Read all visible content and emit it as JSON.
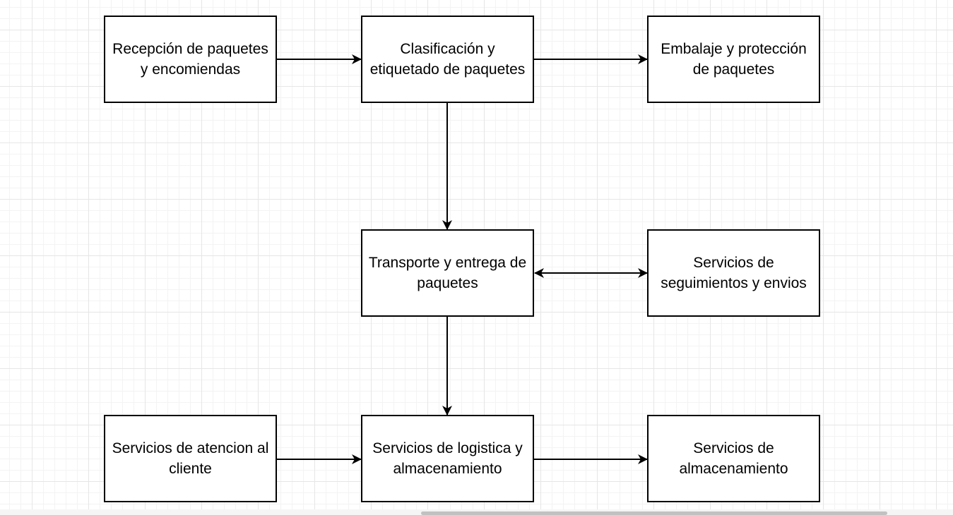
{
  "nodes": {
    "recepcion": "Recepción de paquetes y encomiendas",
    "clasificacion": "Clasificación y etiquetado de paquetes",
    "embalaje": "Embalaje y protección de paquetes",
    "transporte": "Transporte y entrega de paquetes",
    "seguimiento": "Servicios de seguimientos y envios",
    "atencion": "Servicios de atencion al cliente",
    "logistica": "Servicios de logistica y almacenamiento",
    "almacenamiento": "Servicios de almacenamiento"
  },
  "edges": [
    {
      "from": "recepcion",
      "to": "clasificacion",
      "direction": "forward"
    },
    {
      "from": "clasificacion",
      "to": "embalaje",
      "direction": "forward"
    },
    {
      "from": "clasificacion",
      "to": "transporte",
      "direction": "forward"
    },
    {
      "from": "transporte",
      "to": "seguimiento",
      "direction": "both"
    },
    {
      "from": "transporte",
      "to": "logistica",
      "direction": "forward"
    },
    {
      "from": "atencion",
      "to": "logistica",
      "direction": "forward"
    },
    {
      "from": "logistica",
      "to": "almacenamiento",
      "direction": "forward"
    }
  ],
  "colors": {
    "stroke": "#000000",
    "node_fill": "#ffffff",
    "grid": "#e6e6e6"
  }
}
